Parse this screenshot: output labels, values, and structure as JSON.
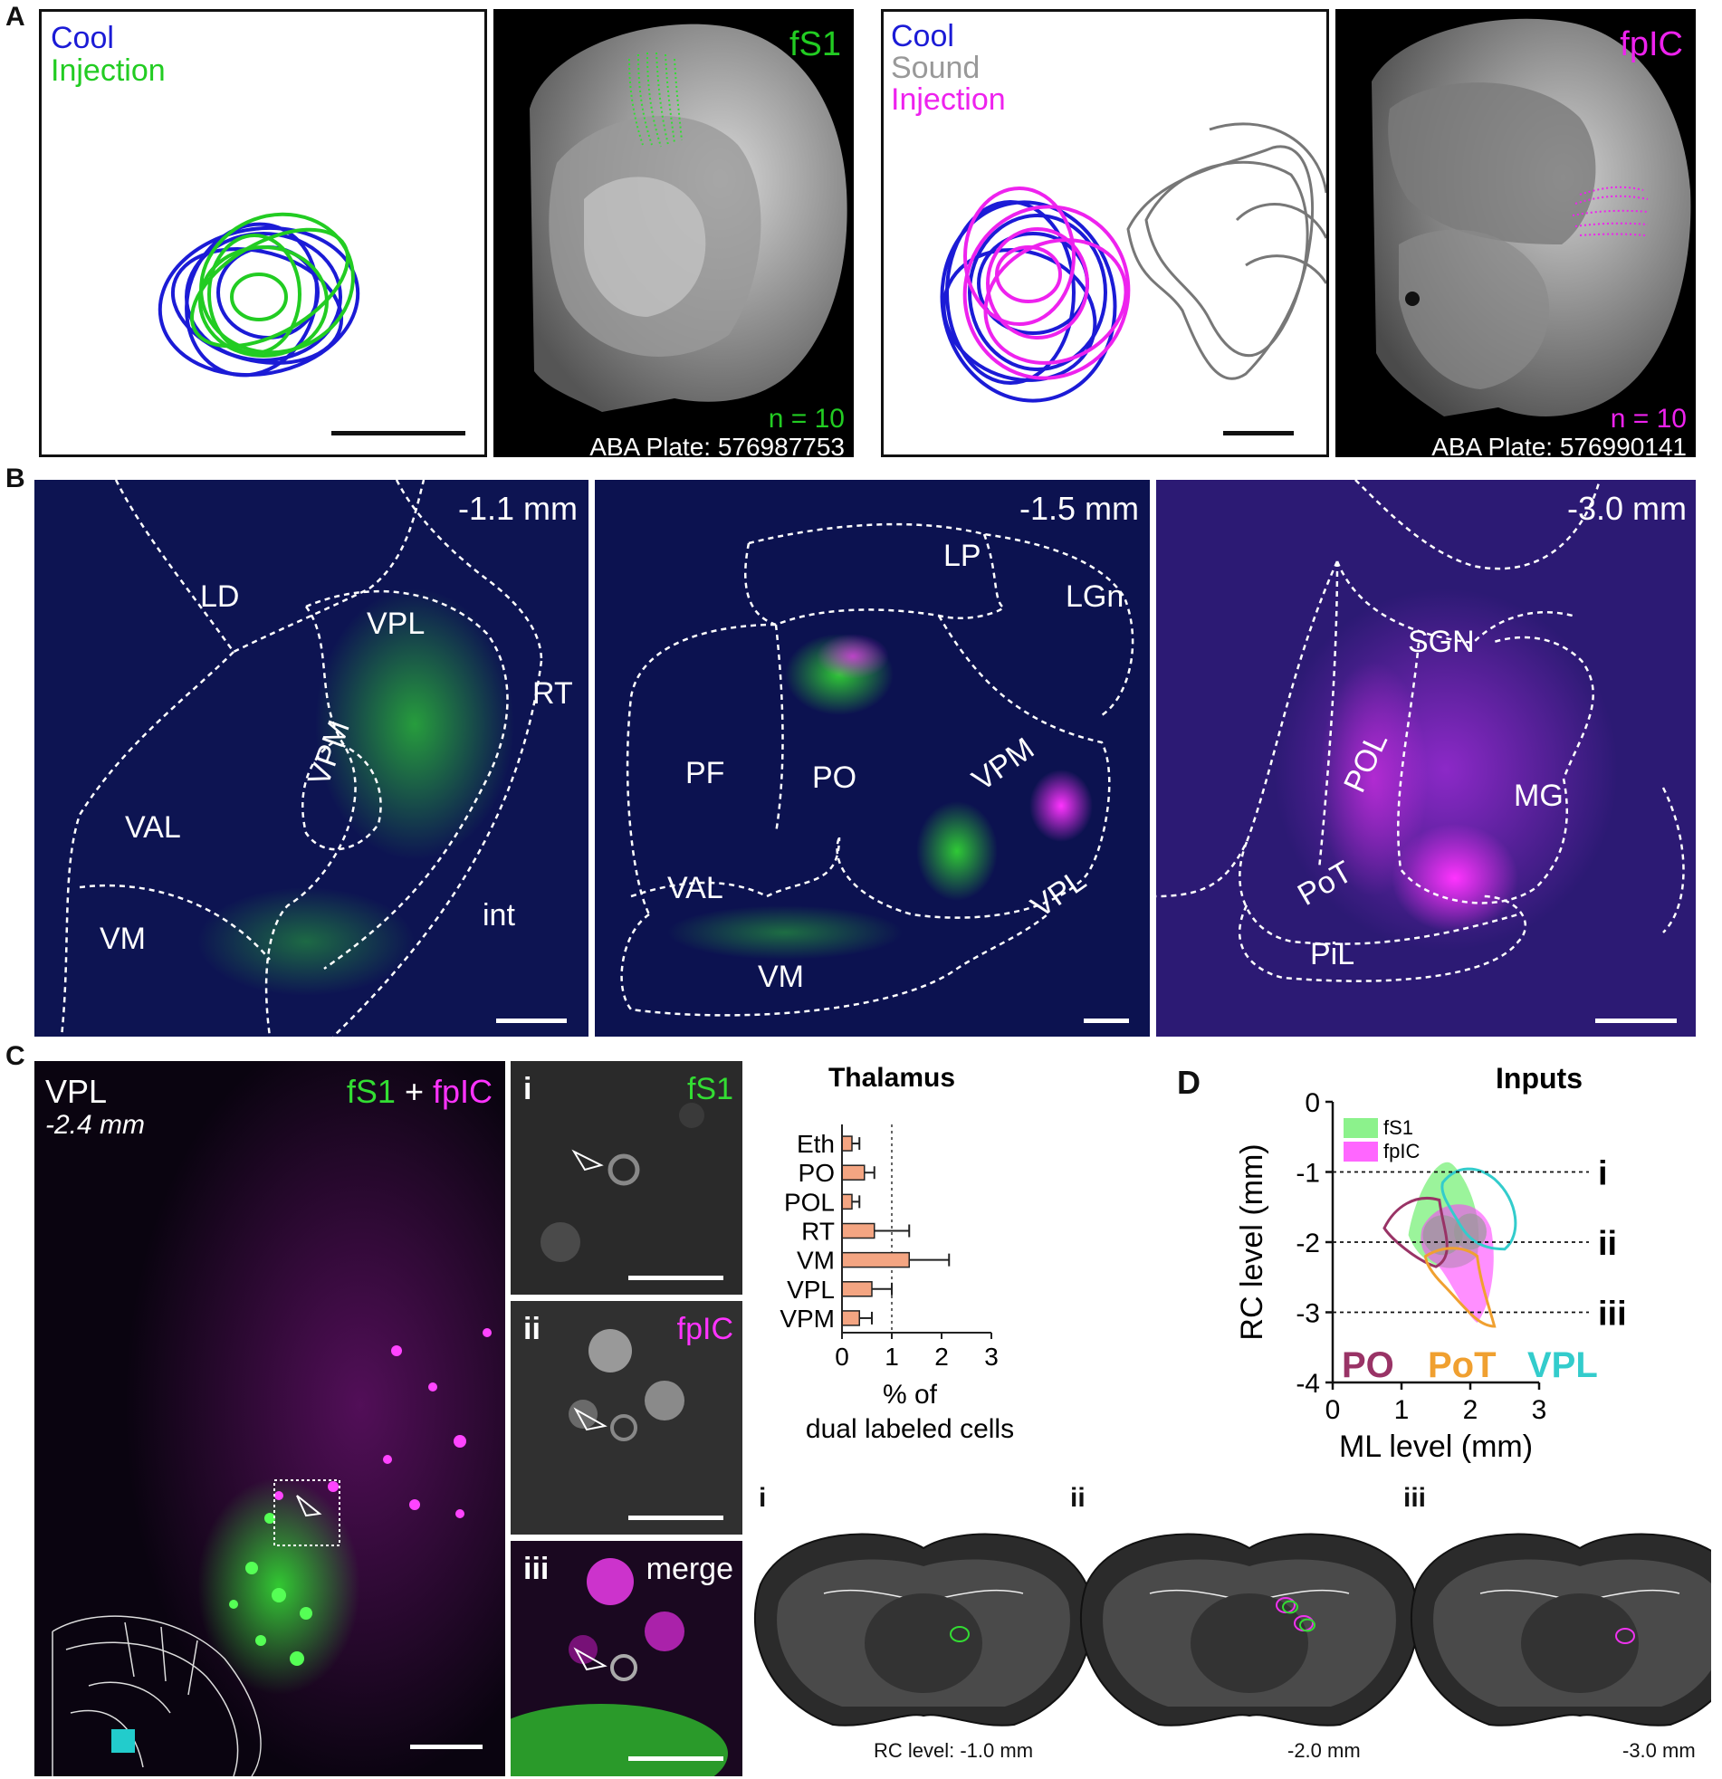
{
  "panel_labels": {
    "A": "A",
    "B": "B",
    "C": "C",
    "D": "D"
  },
  "A_left": {
    "legend": [
      "Cool",
      "Injection"
    ],
    "legend_colors": [
      "#1b1bd6",
      "#22cc22"
    ]
  },
  "A_fs1": {
    "title": "fS1",
    "n": "n = 10",
    "plate": "ABA Plate: 576987753"
  },
  "A_mid": {
    "legend": [
      "Cool",
      "Sound",
      "Injection"
    ],
    "legend_colors": [
      "#1b1bd6",
      "#999999",
      "#ee22ee"
    ]
  },
  "A_fpic": {
    "title": "fpIC",
    "n": "n = 10",
    "plate": "ABA Plate: 576990141"
  },
  "B1": {
    "depth": "-1.1 mm",
    "regions": [
      "LD",
      "VPL",
      "RT",
      "VPM",
      "VAL",
      "VM",
      "int"
    ]
  },
  "B2": {
    "depth": "-1.5 mm",
    "regions": [
      "LP",
      "LGn",
      "PF",
      "PO",
      "VPM",
      "VAL",
      "VPL",
      "VM"
    ]
  },
  "B3": {
    "depth": "-3.0 mm",
    "regions": [
      "SGN",
      "POL",
      "MG",
      "PoT",
      "PiL"
    ]
  },
  "C": {
    "region": "VPL",
    "depth": "-2.4 mm",
    "label_fs1": "fS1",
    "label_plus": " + ",
    "label_fpic": "fpIC",
    "insets": [
      {
        "roman": "i",
        "channel": "fS1"
      },
      {
        "roman": "ii",
        "channel": "fpIC"
      },
      {
        "roman": "iii",
        "channel": "merge"
      }
    ]
  },
  "chart_data": [
    {
      "type": "bar",
      "title": "Thalamus",
      "orientation": "horizontal",
      "categories": [
        "Eth",
        "PO",
        "POL",
        "RT",
        "VM",
        "VPL",
        "VPM"
      ],
      "values": [
        0.2,
        0.45,
        0.2,
        0.65,
        1.35,
        0.6,
        0.35
      ],
      "errors": [
        0.15,
        0.2,
        0.15,
        0.7,
        0.8,
        0.4,
        0.25
      ],
      "xlabel": "% of dual labeled cells",
      "xlim": [
        0,
        3
      ],
      "xticks": [
        "0",
        "1",
        "2",
        "3"
      ],
      "reference_line": 1,
      "bar_color": "#f4a582"
    },
    {
      "type": "area",
      "title": "Inputs",
      "xlabel": "ML level (mm)",
      "ylabel": "RC level (mm)",
      "xlim": [
        0,
        3
      ],
      "ylim": [
        -4,
        0
      ],
      "xticks": [
        "0",
        "1",
        "2",
        "3"
      ],
      "yticks": [
        "0",
        "-1",
        "-2",
        "-3",
        "-4"
      ],
      "series": [
        {
          "name": "fS1",
          "color": "#66ee66"
        },
        {
          "name": "fpIC",
          "color": "#ff33ff"
        }
      ],
      "outlines": [
        {
          "name": "PO",
          "color": "#993366"
        },
        {
          "name": "PoT",
          "color": "#f0a030"
        },
        {
          "name": "VPL",
          "color": "#33cccc"
        }
      ],
      "levels": [
        {
          "y": -1,
          "label": "i"
        },
        {
          "y": -2,
          "label": "ii"
        },
        {
          "y": -3,
          "label": "iii"
        }
      ]
    }
  ],
  "atlas": [
    {
      "roman": "i",
      "caption": "RC level: -1.0 mm"
    },
    {
      "roman": "ii",
      "caption": "-2.0 mm"
    },
    {
      "roman": "iii",
      "caption": "-3.0 mm"
    }
  ]
}
